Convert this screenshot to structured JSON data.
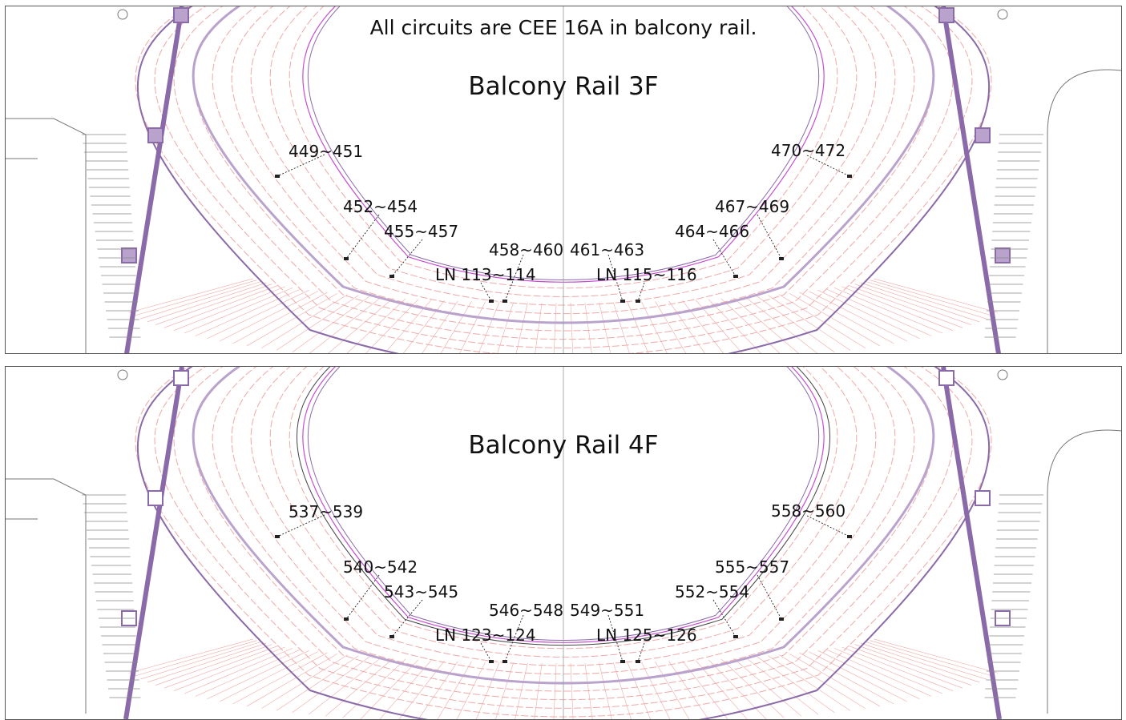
{
  "note": "All circuits are CEE 16A in balcony rail.",
  "colors": {
    "structure": "#8a6aa8",
    "structure_light": "#b9a3cc",
    "seat": "#f0a8a8",
    "rail": "#c64fd0",
    "leader": "#222222",
    "border": "#555555"
  },
  "panels": [
    {
      "title": "Balcony Rail 3F",
      "labels": [
        {
          "id": "c1",
          "text": "449~451"
        },
        {
          "id": "c2",
          "text": "470~472"
        },
        {
          "id": "c3",
          "text": "452~454"
        },
        {
          "id": "c4",
          "text": "467~469"
        },
        {
          "id": "c5",
          "text": "455~457"
        },
        {
          "id": "c6",
          "text": "464~466"
        },
        {
          "id": "c7",
          "text": "458~460"
        },
        {
          "id": "c8",
          "text": "461~463"
        },
        {
          "id": "c9",
          "text": "LN 113~114"
        },
        {
          "id": "c10",
          "text": "LN 115~116"
        }
      ]
    },
    {
      "title": "Balcony Rail 4F",
      "labels": [
        {
          "id": "c1",
          "text": "537~539"
        },
        {
          "id": "c2",
          "text": "558~560"
        },
        {
          "id": "c3",
          "text": "540~542"
        },
        {
          "id": "c4",
          "text": "555~557"
        },
        {
          "id": "c5",
          "text": "543~545"
        },
        {
          "id": "c6",
          "text": "552~554"
        },
        {
          "id": "c7",
          "text": "546~548"
        },
        {
          "id": "c8",
          "text": "549~551"
        },
        {
          "id": "c9",
          "text": "LN 123~124"
        },
        {
          "id": "c10",
          "text": "LN 125~126"
        }
      ]
    }
  ]
}
